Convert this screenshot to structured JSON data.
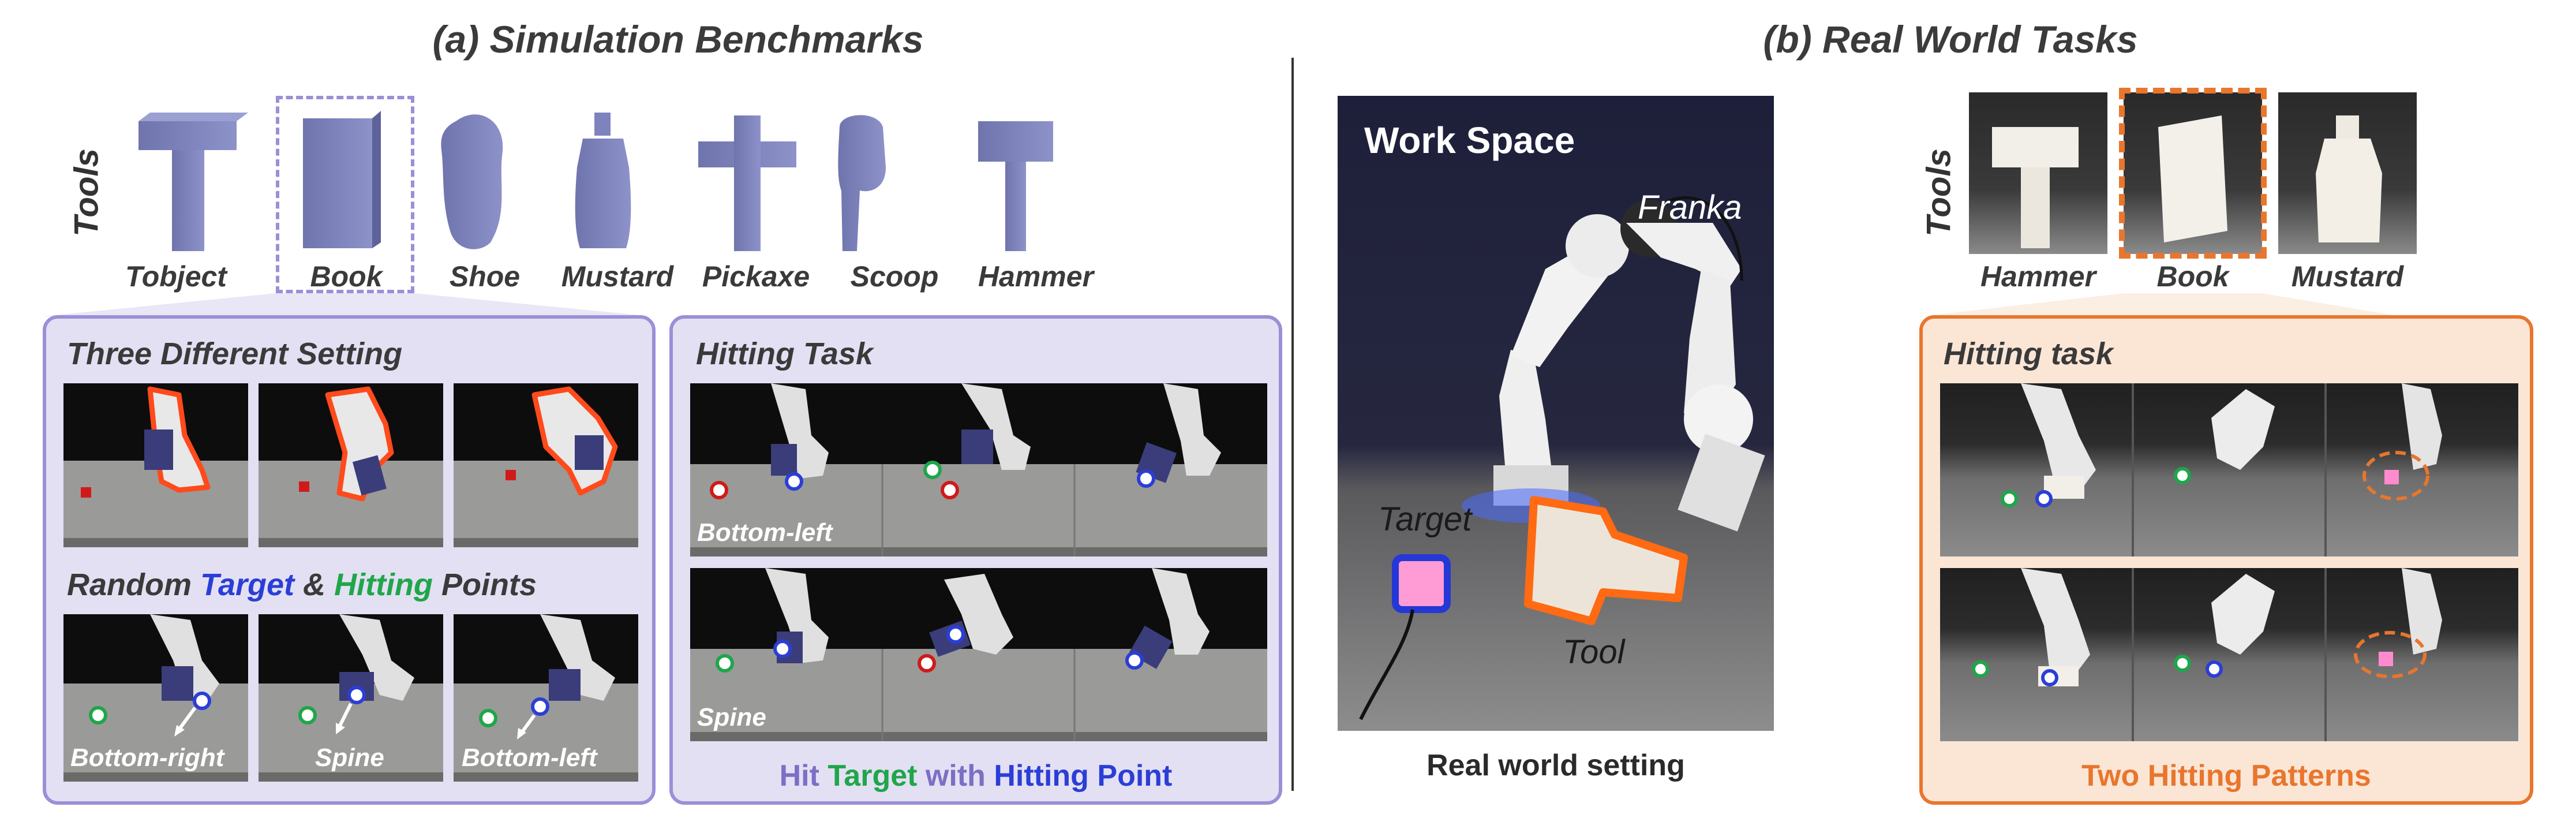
{
  "sim": {
    "title": "(a) Simulation Benchmarks",
    "tools_label": "Tools",
    "tools": [
      {
        "name": "Tobject",
        "icon": "tobject-icon"
      },
      {
        "name": "Book",
        "icon": "book-icon"
      },
      {
        "name": "Shoe",
        "icon": "shoe-icon"
      },
      {
        "name": "Mustard",
        "icon": "mustard-icon"
      },
      {
        "name": "Pickaxe",
        "icon": "pickaxe-icon"
      },
      {
        "name": "Scoop",
        "icon": "scoop-icon"
      },
      {
        "name": "Hammer",
        "icon": "hammer-icon"
      }
    ],
    "settings_panel": {
      "title": "Three Different Setting",
      "random_title_part1": "Random ",
      "random_title_target": "Target",
      "random_title_amp": " & ",
      "random_title_hitting": "Hitting",
      "random_title_part2": " Points",
      "labels": [
        "Bottom-right",
        "Spine",
        "Bottom-left"
      ]
    },
    "hitting_panel": {
      "title": "Hitting Task",
      "row1_label": "Bottom-left",
      "row2_label": "Spine",
      "caption_hit": "Hit ",
      "caption_target": "Target",
      "caption_with": " with ",
      "caption_point": "Hitting Point"
    }
  },
  "real": {
    "title": "(b) Real World Tasks",
    "workspace_title": "Work Space",
    "franka_label": "Franka",
    "target_label": "Target",
    "tool_label": "Tool",
    "setting_caption": "Real world setting",
    "tools_label": "Tools",
    "tools": [
      "Hammer",
      "Book",
      "Mustard"
    ],
    "hitting_panel": {
      "title": "Hitting task",
      "caption": "Two Hitting Patterns"
    }
  },
  "colors": {
    "purple_panel_bg": "#e3e0f3",
    "purple_border": "#9b8fd6",
    "orange_panel_bg": "#fbe6d6",
    "orange_border": "#e8762d",
    "target_blue": "#2b3ed6",
    "hitting_green": "#1fa64a",
    "hit_purple": "#7b6fc4",
    "tool_model": "#7a7fb8"
  }
}
